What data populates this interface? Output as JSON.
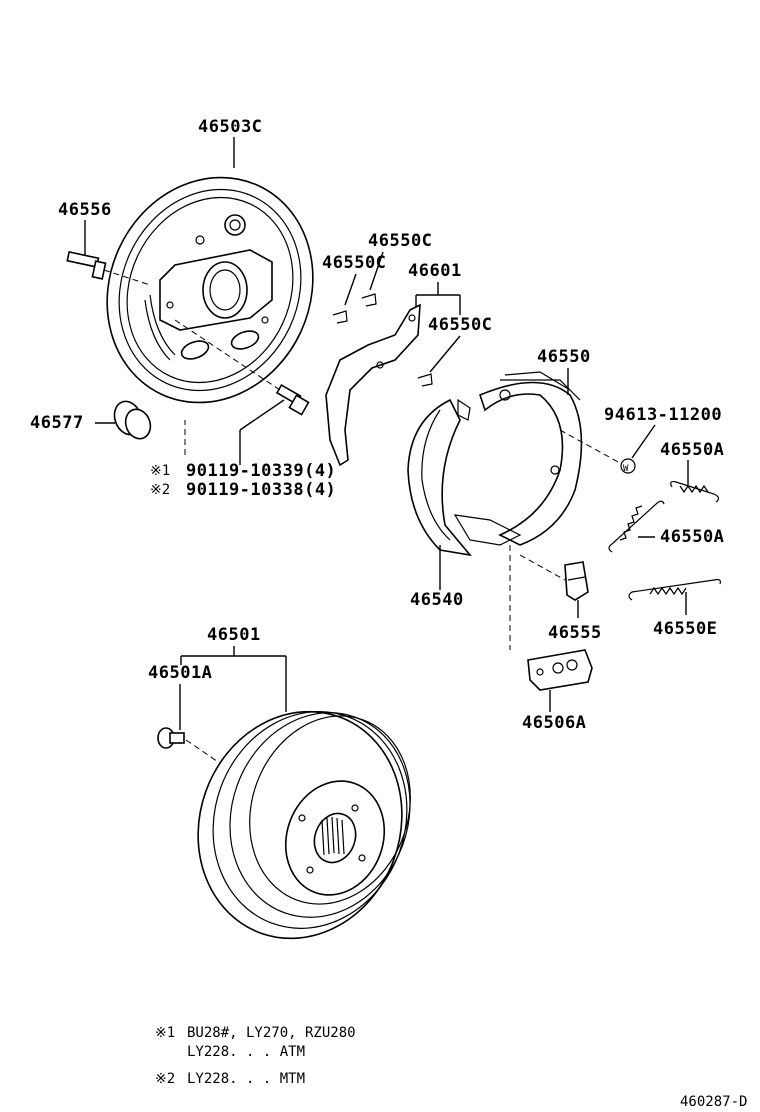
{
  "parts": {
    "backing_plate": "46503C",
    "bolt_46556": "46556",
    "hole_plug": "46577",
    "bolt_note_1": "90119-10339(4)",
    "bolt_note_2": "90119-10338(4)",
    "clip_a": "46550C",
    "clip_b": "46550C",
    "clip_c": "46550C",
    "lever": "46601",
    "shoe_kit": "46550",
    "pin_part": "94613-11200",
    "spring_a1": "46550A",
    "spring_a2": "46550A",
    "shoe": "46540",
    "strut": "46555",
    "spring_e": "46550E",
    "drum": "46501",
    "drum_bolt": "46501A",
    "adjuster": "46506A"
  },
  "marks": {
    "note1_mark": "※1",
    "note2_mark": "※2",
    "w_mark": "W"
  },
  "footnotes": {
    "f1_mark": "※1",
    "f1_line1": "BU28#, LY270, RZU280",
    "f1_line2": "LY228. . . ATM",
    "f2_mark": "※2",
    "f2_line1": "LY228. . . MTM"
  },
  "diagram_id": "460287-D"
}
